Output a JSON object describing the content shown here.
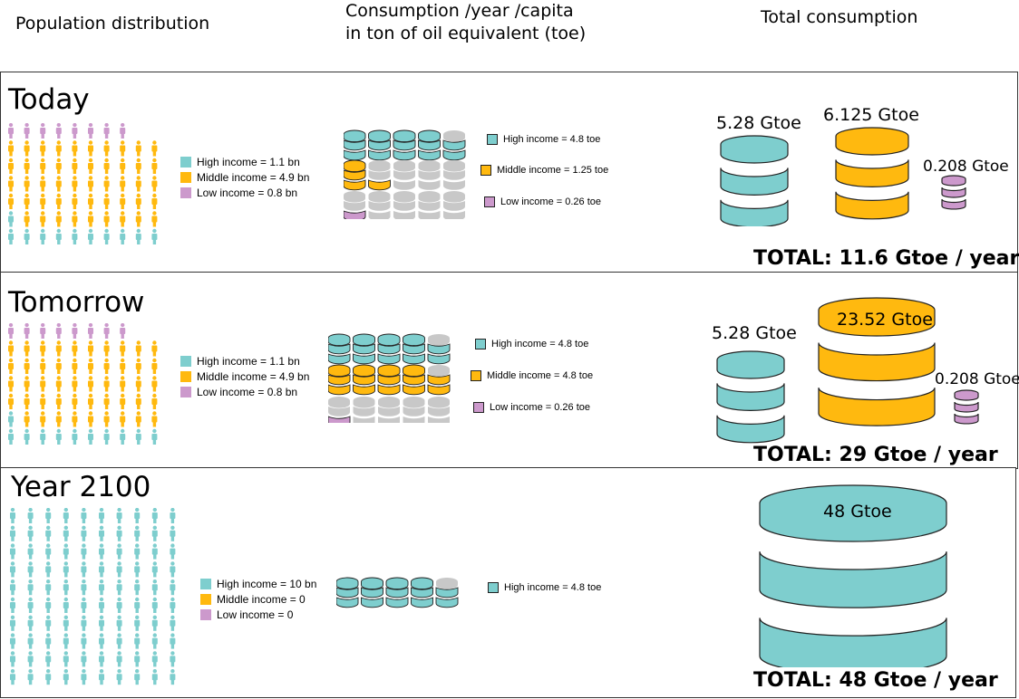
{
  "colors": {
    "high": "#7ecece",
    "middle": "#ffb90f",
    "low": "#cc99cc",
    "empty": "#c8c8c8",
    "outline": "#222222"
  },
  "headers": {
    "population": "Population distribution",
    "consumption_line1": "Consumption /year /capita",
    "consumption_line2": "in ton of oil equivalent (toe)",
    "total": "Total consumption"
  },
  "panels": [
    {
      "title": "Today",
      "population_legend": [
        {
          "key": "high",
          "label": "High income = 1.1 bn"
        },
        {
          "key": "middle",
          "label": "Middle income = 4.9 bn"
        },
        {
          "key": "low",
          "label": "Low income = 0.8 bn"
        }
      ],
      "population_icons": {
        "high": 11,
        "middle": 49,
        "low": 8
      },
      "consumption_rows": [
        {
          "key": "high",
          "label": "High income = 4.8 toe",
          "toe": 4.8
        },
        {
          "key": "middle",
          "label": "Middle income = 1.25 toe",
          "toe": 1.25
        },
        {
          "key": "low",
          "label": "Low income = 0.26 toe",
          "toe": 0.26
        }
      ],
      "totals": [
        {
          "key": "high",
          "label": "5.28 Gtoe",
          "gtoe": 5.28
        },
        {
          "key": "middle",
          "label": "6.125 Gtoe",
          "gtoe": 6.125
        },
        {
          "key": "low",
          "label": "0.208 Gtoe",
          "gtoe": 0.208
        }
      ],
      "total_text": "TOTAL: 11.6 Gtoe / year"
    },
    {
      "title": "Tomorrow",
      "population_legend": [
        {
          "key": "high",
          "label": "High income = 1.1 bn"
        },
        {
          "key": "middle",
          "label": "Middle income = 4.9 bn"
        },
        {
          "key": "low",
          "label": "Low income = 0.8 bn"
        }
      ],
      "population_icons": {
        "high": 11,
        "middle": 49,
        "low": 8
      },
      "consumption_rows": [
        {
          "key": "high",
          "label": "High income = 4.8 toe",
          "toe": 4.8
        },
        {
          "key": "middle",
          "label": "Middle income = 4.8 toe",
          "toe": 4.8
        },
        {
          "key": "low",
          "label": "Low income = 0.26 toe",
          "toe": 0.26
        }
      ],
      "totals": [
        {
          "key": "high",
          "label": "5.28 Gtoe",
          "gtoe": 5.28
        },
        {
          "key": "middle",
          "label": "23.52 Gtoe",
          "gtoe": 23.52
        },
        {
          "key": "low",
          "label": "0.208 Gtoe",
          "gtoe": 0.208
        }
      ],
      "total_text": "TOTAL: 29 Gtoe / year"
    },
    {
      "title": "Year 2100",
      "population_legend": [
        {
          "key": "high",
          "label": "High income = 10 bn"
        },
        {
          "key": "middle",
          "label": "Middle income = 0"
        },
        {
          "key": "low",
          "label": "Low income = 0"
        }
      ],
      "population_icons": {
        "high": 100,
        "middle": 0,
        "low": 0
      },
      "consumption_rows": [
        {
          "key": "high",
          "label": "High income = 4.8 toe",
          "toe": 4.8
        }
      ],
      "totals": [
        {
          "key": "high",
          "label": "48 Gtoe",
          "gtoe": 48
        }
      ],
      "total_text": "TOTAL: 48 Gtoe / year"
    }
  ]
}
